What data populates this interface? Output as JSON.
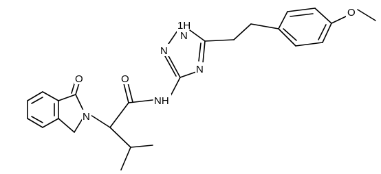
{
  "molecule": {
    "atoms": {
      "carbonyl_o_ring": "O",
      "ring_n": "N",
      "amide_o": "O",
      "amide_nh": "NH",
      "triazole_nh": "1H",
      "triazole_n_left": "N",
      "triazole_n_bottom": "N",
      "methoxy_o": "O",
      "triazole_hn_prefix": "N"
    }
  }
}
